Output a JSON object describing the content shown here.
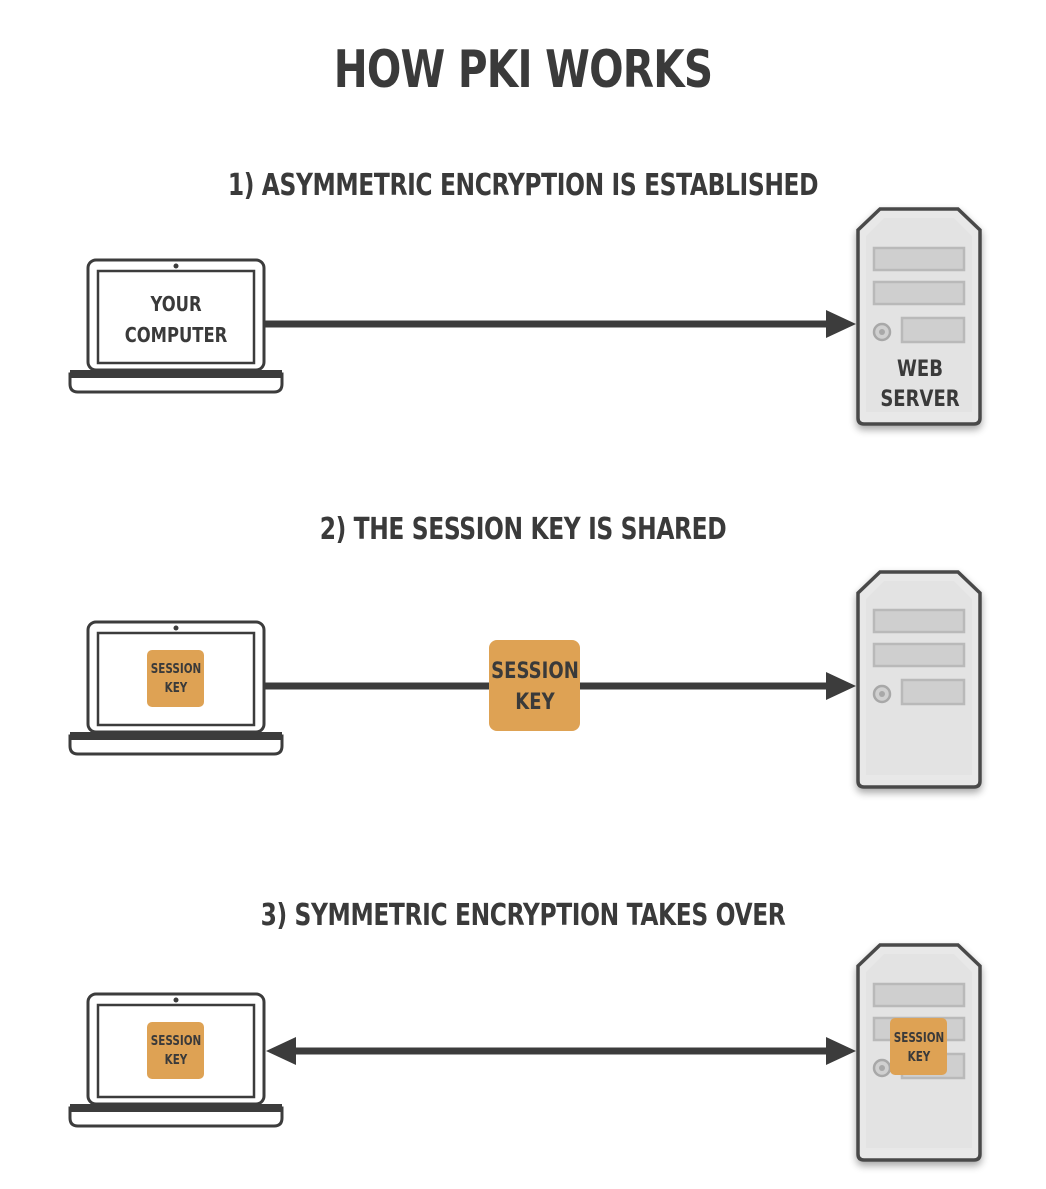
{
  "title": "HOW PKI WORKS",
  "steps": [
    {
      "label": "1) ASYMMETRIC ENCRYPTION IS ESTABLISHED"
    },
    {
      "label": "2) THE SESSION KEY IS SHARED"
    },
    {
      "label": "3) SYMMETRIC ENCRYPTION TAKES OVER"
    }
  ],
  "computer": {
    "line1": "YOUR",
    "line2": "COMPUTER"
  },
  "server": {
    "line1": "WEB",
    "line2": "SERVER"
  },
  "session_key": {
    "line1": "SESSION",
    "line2": "KEY"
  },
  "colors": {
    "text": "#3a3a3a",
    "arrow": "#3c3c3c",
    "key_fill": "#dea254",
    "server_body": "#e8e8e8",
    "server_outline": "#4a4a4a"
  }
}
